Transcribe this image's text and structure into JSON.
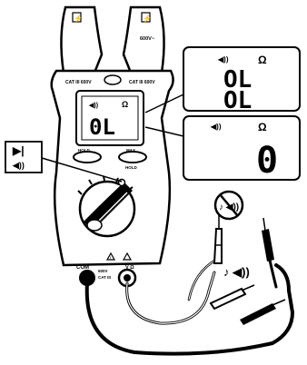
{
  "meter": {
    "jaw_left_mark": "⚡",
    "jaw_right_mark": "⚡",
    "jaw_rating": "600V~",
    "ncv_left": "CAT III 600V",
    "ncv_right": "CAT III 600V",
    "lcd": {
      "beep_symbol": "◀))",
      "ohm_symbol": "Ω",
      "reading": "0L"
    },
    "button_left": "HOLD",
    "button_right": "MAX",
    "button_sub": "HOLD",
    "jack_com": "COM",
    "jack_rating_1": "600V",
    "jack_rating_2": "CAT III",
    "jack_right": "V Ω"
  },
  "callouts": {
    "top_display": {
      "beep_symbol": "◀))",
      "ohm_symbol": "Ω",
      "reading_top": "OL",
      "reading_bottom": "OL"
    },
    "bottom_display": {
      "beep_symbol": "◀))",
      "ohm_symbol": "Ω",
      "reading": "0"
    },
    "mode_icon": {
      "diode_symbol": "▶|",
      "beep_symbol": "◀))"
    }
  },
  "indicators": {
    "no_sound": "♪ ◀))",
    "sound": "♪ ◀))"
  }
}
